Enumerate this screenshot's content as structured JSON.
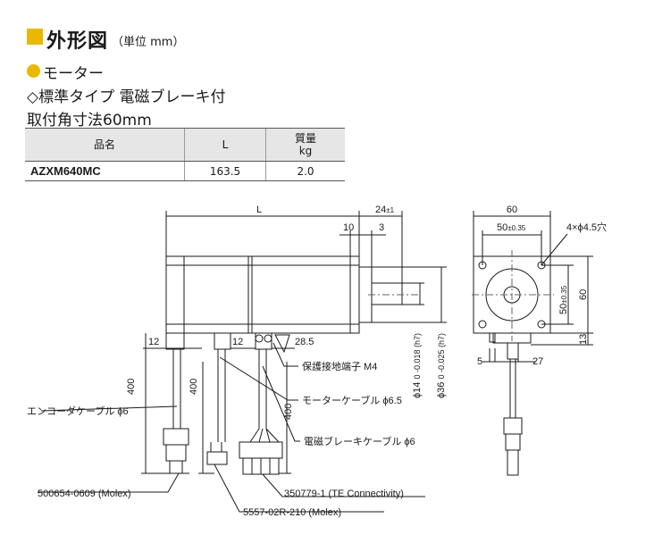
{
  "header": {
    "title": "外形図",
    "unit": "（単位 mm）"
  },
  "section": {
    "motor": "モーター",
    "type": "◇標準タイプ 電磁ブレーキ付",
    "flange": "取付角寸法60mm"
  },
  "table": {
    "col_name": "品名",
    "col_l": "L",
    "col_mass": "質量",
    "col_mass_unit": "kg",
    "row": {
      "name": "AZXM640MC",
      "l": "163.5",
      "mass": "2.0"
    }
  },
  "dims": {
    "L": "L",
    "d24": "24",
    "tol24": "±1",
    "d10": "10",
    "d3": "3",
    "d12a": "12",
    "d12b": "12",
    "d28_5": "28.5",
    "d400a": "400",
    "d400b": "400",
    "d400c": "400",
    "shaft14": "ϕ14",
    "shaft14_tol": "0 -0.018 (h7)",
    "pilot36": "ϕ36",
    "pilot36_tol": "0 -0.025 (h7)",
    "d60_top": "60",
    "d50_top": "50",
    "tol50_top": "±0.35",
    "holes": "4×ϕ4.5穴",
    "d50_side": "50",
    "tol50_side": "±0.35",
    "d60_side": "60",
    "d13": "13",
    "d5": "5",
    "d27": "27"
  },
  "labels": {
    "ground": "保護接地端子 M4",
    "motor_cable": "モーターケーブル ϕ6.5",
    "brake_cable": "電磁ブレーキケーブル ϕ6",
    "encoder_cable": "エンコーダケーブル ϕ6",
    "conn_molex1": "500654-0609 (Molex)",
    "conn_te": "350779-1 (TE Connectivity)",
    "conn_molex2": "5557-02R-210 (Molex)"
  }
}
